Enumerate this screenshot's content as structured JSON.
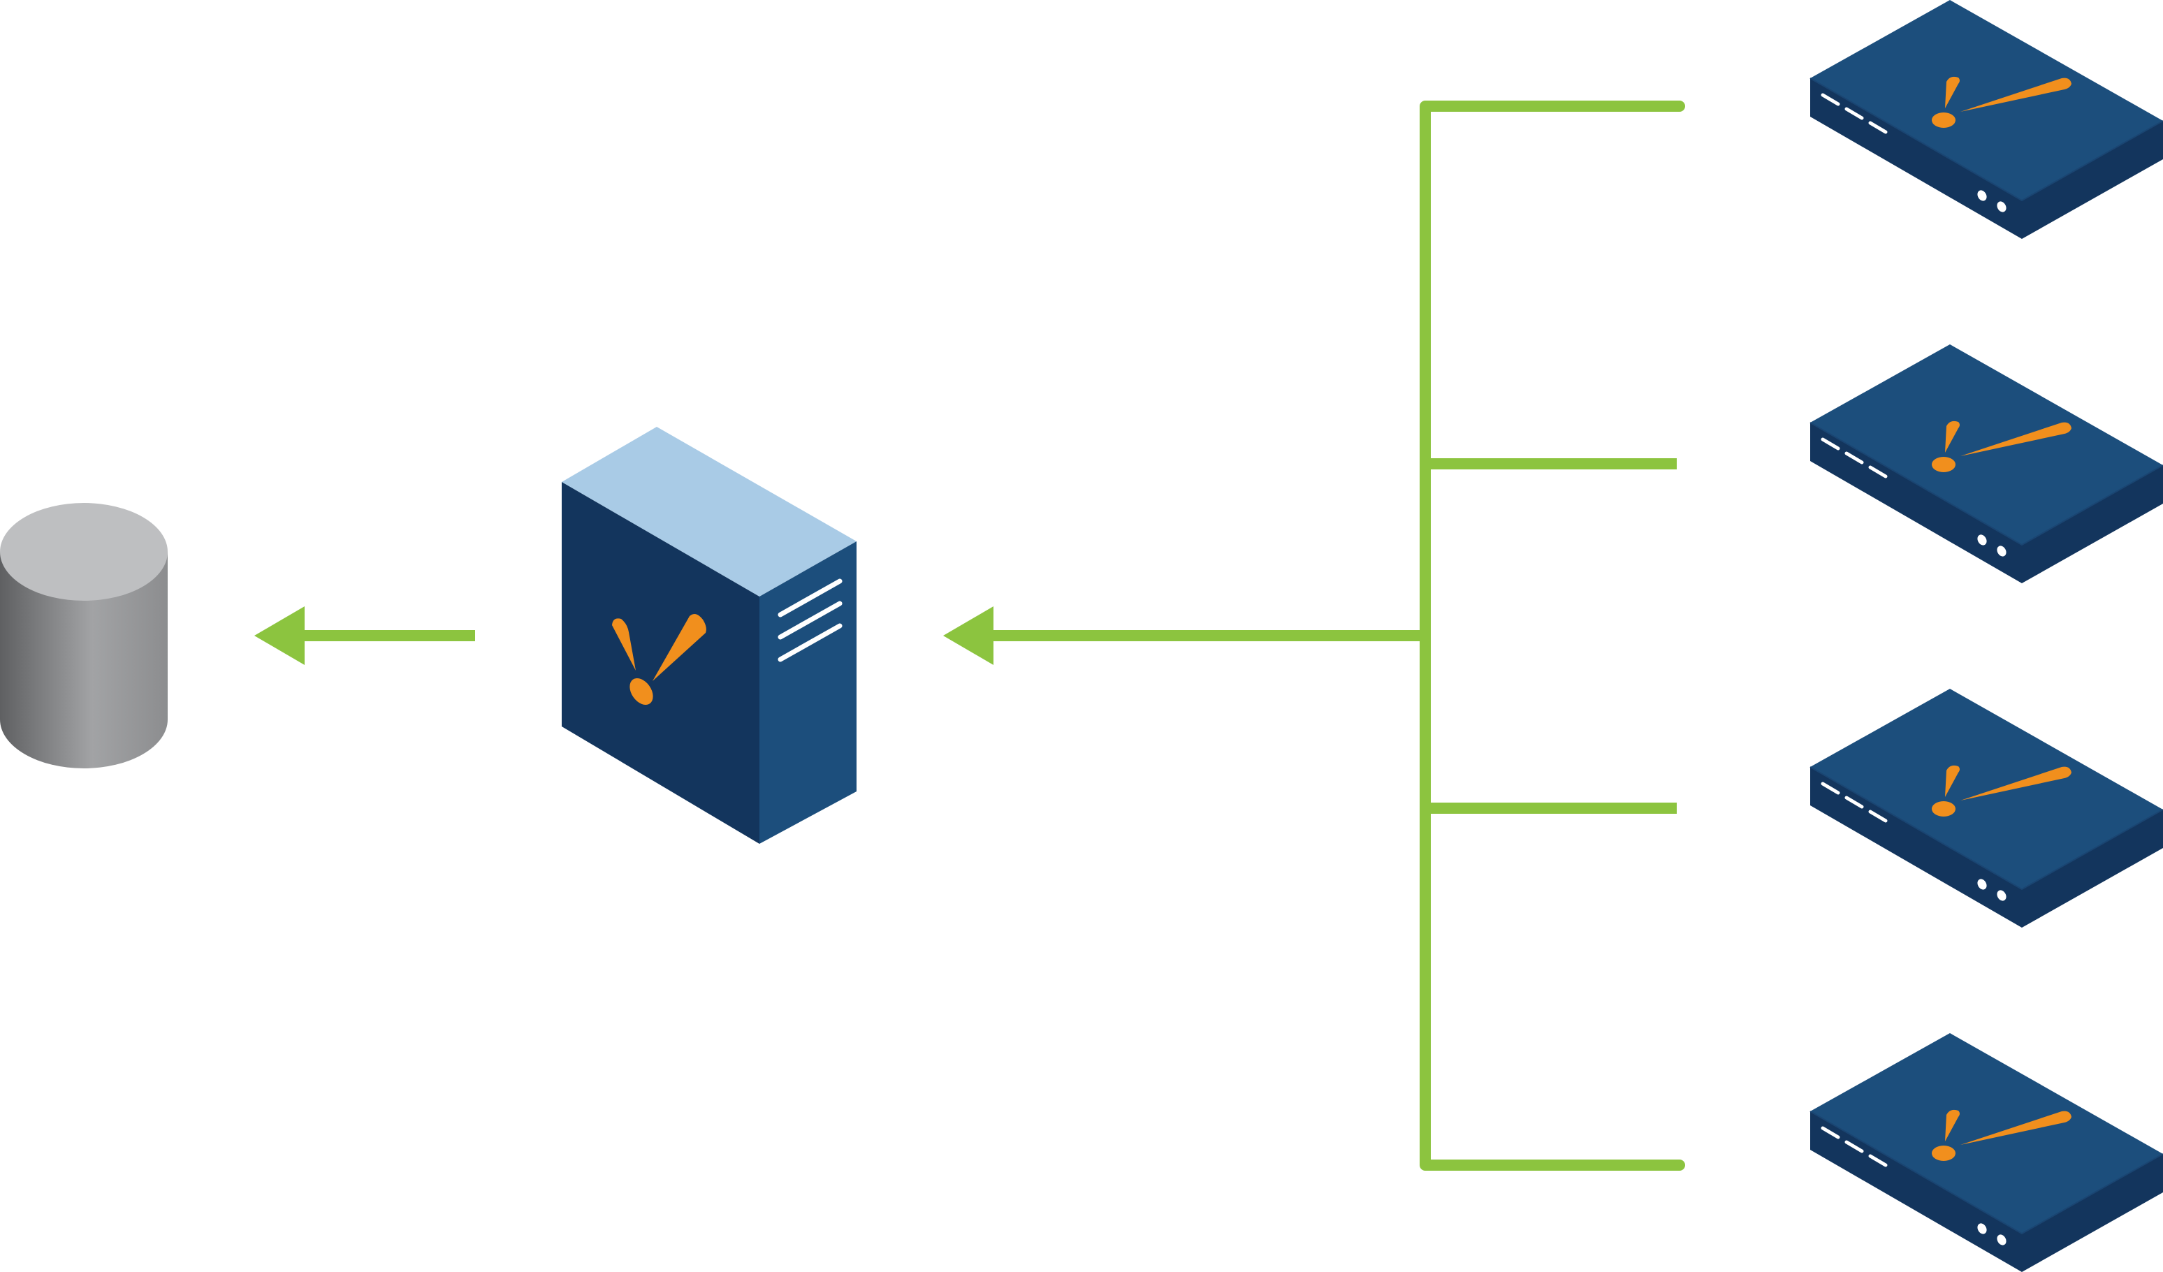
{
  "diagram": {
    "type": "network-topology",
    "nodes": [
      {
        "id": "database",
        "kind": "database-cylinder"
      },
      {
        "id": "central-server",
        "kind": "tower-server"
      },
      {
        "id": "appliance-1",
        "kind": "rack-appliance"
      },
      {
        "id": "appliance-2",
        "kind": "rack-appliance"
      },
      {
        "id": "appliance-3",
        "kind": "rack-appliance"
      },
      {
        "id": "appliance-4",
        "kind": "rack-appliance"
      }
    ],
    "edges": [
      {
        "from": "central-server",
        "to": "database",
        "arrow": "to"
      },
      {
        "from": "appliance-1",
        "to": "central-server",
        "arrow": "to"
      },
      {
        "from": "appliance-2",
        "to": "central-server",
        "arrow": "to"
      },
      {
        "from": "appliance-3",
        "to": "central-server",
        "arrow": "to"
      },
      {
        "from": "appliance-4",
        "to": "central-server",
        "arrow": "to"
      }
    ],
    "icons": {
      "logo": "exclamation-logo-icon",
      "database": "database-icon",
      "server": "server-icon",
      "appliance": "network-appliance-icon"
    },
    "colors": {
      "connector": "#8cc43f",
      "navy_dark": "#13355d",
      "navy_mid": "#1c4e7c",
      "server_top": "#a9cbe6",
      "logo_orange": "#f18f1d",
      "db_top": "#bebfc1",
      "db_side_dark": "#5f6062",
      "db_side_light": "#a2a3a5",
      "vent_white": "#ffffff"
    }
  }
}
